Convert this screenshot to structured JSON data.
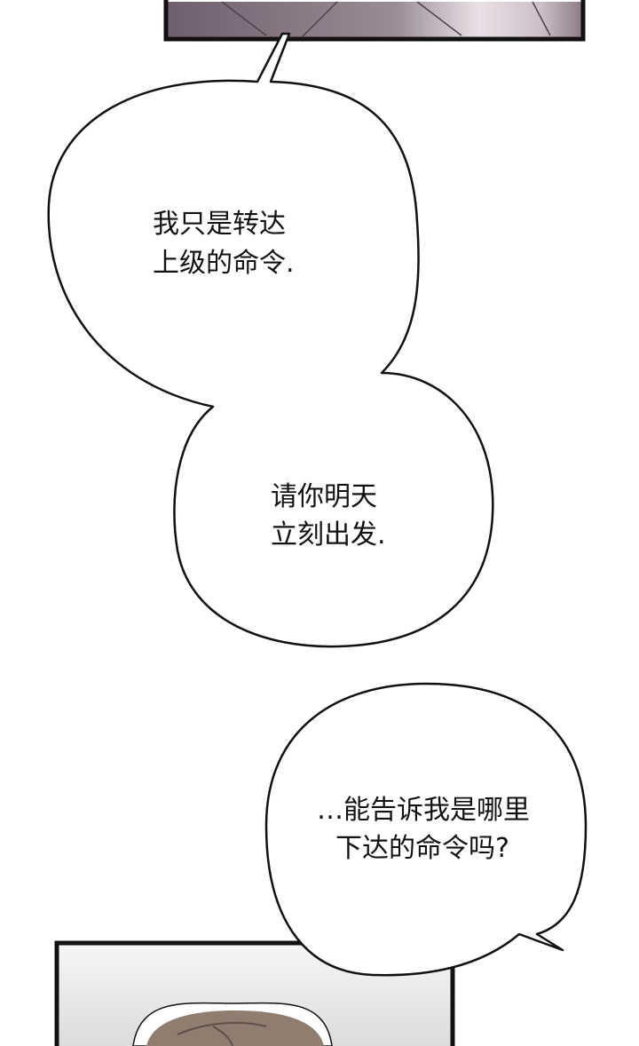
{
  "bubbles": [
    {
      "lines": [
        "我只是转达",
        "上级的命令."
      ]
    },
    {
      "lines": [
        "请你明天",
        "立刻出发."
      ]
    },
    {
      "lines": [
        "…能告诉我是哪里",
        "下达的命令吗?"
      ]
    }
  ],
  "colors": {
    "panel_top": "#85747f",
    "panel_bottom_bg": "#ececec",
    "hair": "#8f7d70",
    "ink": "#111111"
  }
}
